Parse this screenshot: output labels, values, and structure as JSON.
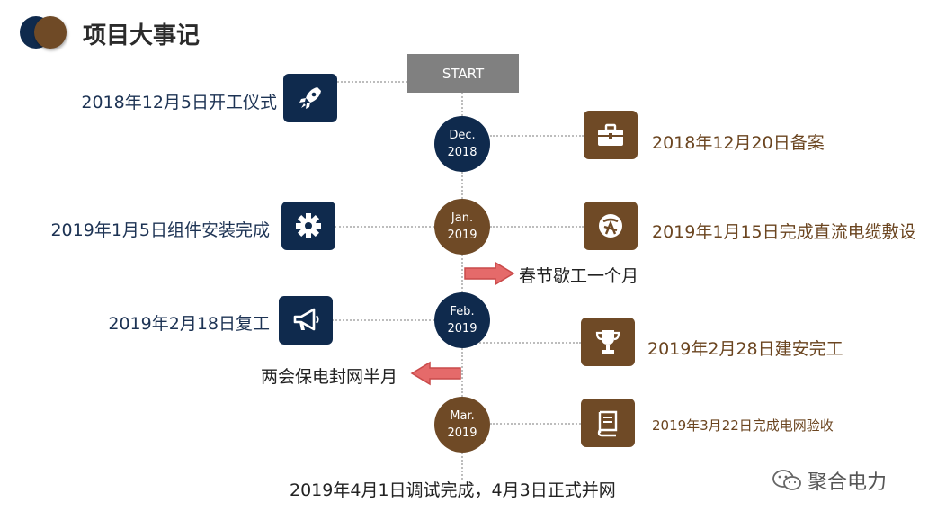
{
  "header": {
    "title": "项目大事记"
  },
  "timeline": {
    "start_label": "START",
    "months": [
      {
        "line1": "Dec.",
        "line2": "2018"
      },
      {
        "line1": "Jan.",
        "line2": "2019"
      },
      {
        "line1": "Feb.",
        "line2": "2019"
      },
      {
        "line1": "Mar.",
        "line2": "2019"
      }
    ],
    "events": [
      {
        "text": "2018年12月5日开工仪式",
        "icon": "rocket-icon"
      },
      {
        "text": "2018年12月20日备案",
        "icon": "briefcase-icon"
      },
      {
        "text": "2019年1月5日组件安装完成",
        "icon": "gear-icon"
      },
      {
        "text": "2019年1月15日完成直流电缆敷设",
        "icon": "cable-icon"
      },
      {
        "text": "2019年2月18日复工",
        "icon": "megaphone-icon"
      },
      {
        "text": "2019年2月28日建安完工",
        "icon": "trophy-icon"
      },
      {
        "text": "2019年3月22日完成电网验收",
        "icon": "book-icon"
      }
    ],
    "notes": [
      {
        "text": "春节歇工一个月"
      },
      {
        "text": "两会保电封网半月"
      }
    ],
    "final": "2019年4月1日调试完成，4月3日正式并网"
  },
  "watermark": {
    "text": "聚合电力",
    "icon": "wechat-icon"
  },
  "colors": {
    "navy": "#0f2a4d",
    "brown": "#6f4a26",
    "gray": "#808080",
    "arrow": "#e56a6a"
  }
}
